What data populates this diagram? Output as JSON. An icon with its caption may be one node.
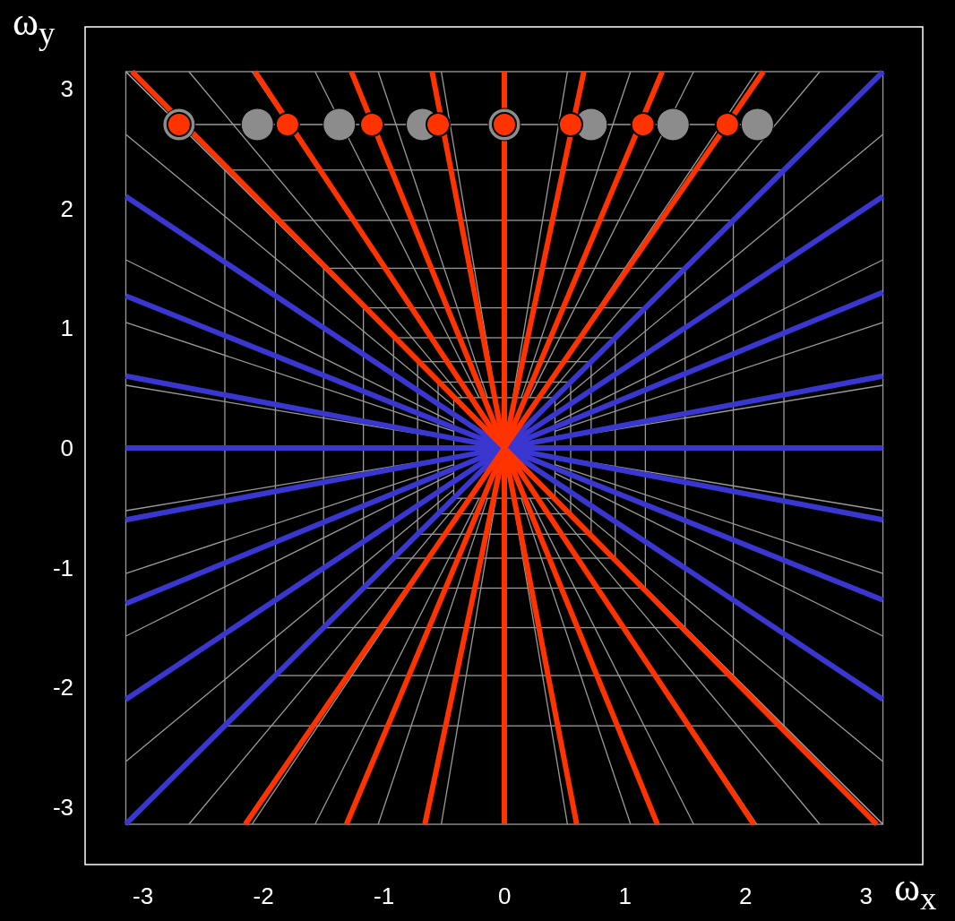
{
  "diagram": {
    "labels": [
      "ω$_{y}$",
      "3",
      "2",
      "1",
      "0",
      "-1",
      "-2",
      "-3",
      "-3",
      "-2",
      "-1",
      "0",
      "1",
      "2",
      "3",
      "ω$_{x}$"
    ]
  }
}
